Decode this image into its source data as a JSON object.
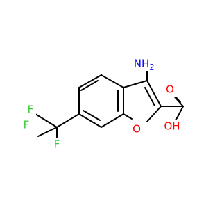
{
  "molecule": {
    "atoms": {
      "nh2": {
        "label": "NH",
        "sub": "2",
        "color": "#0000ff"
      },
      "o_ring": {
        "label": "O",
        "color": "#ff0000"
      },
      "o_carbonyl": {
        "label": "O",
        "color": "#ff0000"
      },
      "oh": {
        "label": "OH",
        "color": "#ff0000"
      },
      "f1": {
        "label": "F",
        "color": "#33cc33"
      },
      "f2": {
        "label": "F",
        "color": "#33cc33"
      },
      "f3": {
        "label": "F",
        "color": "#33cc33"
      }
    },
    "bond_color": "#000000"
  }
}
